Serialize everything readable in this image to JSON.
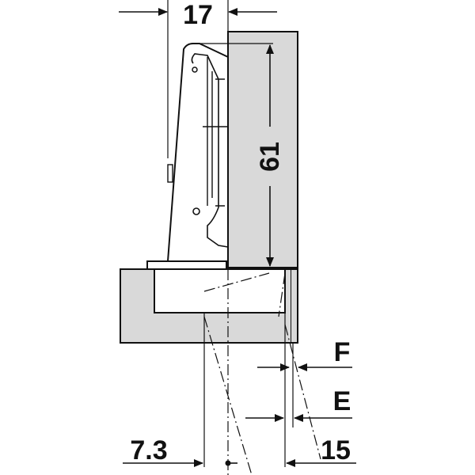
{
  "dimensions": {
    "top_width": "17",
    "height": "61",
    "gap_f": "F",
    "gap_e": "E",
    "offset_left": "7.3",
    "offset_right": "15"
  },
  "colors": {
    "panel_fill": "#d9d9d9",
    "line": "#111111",
    "background": "#ffffff"
  }
}
